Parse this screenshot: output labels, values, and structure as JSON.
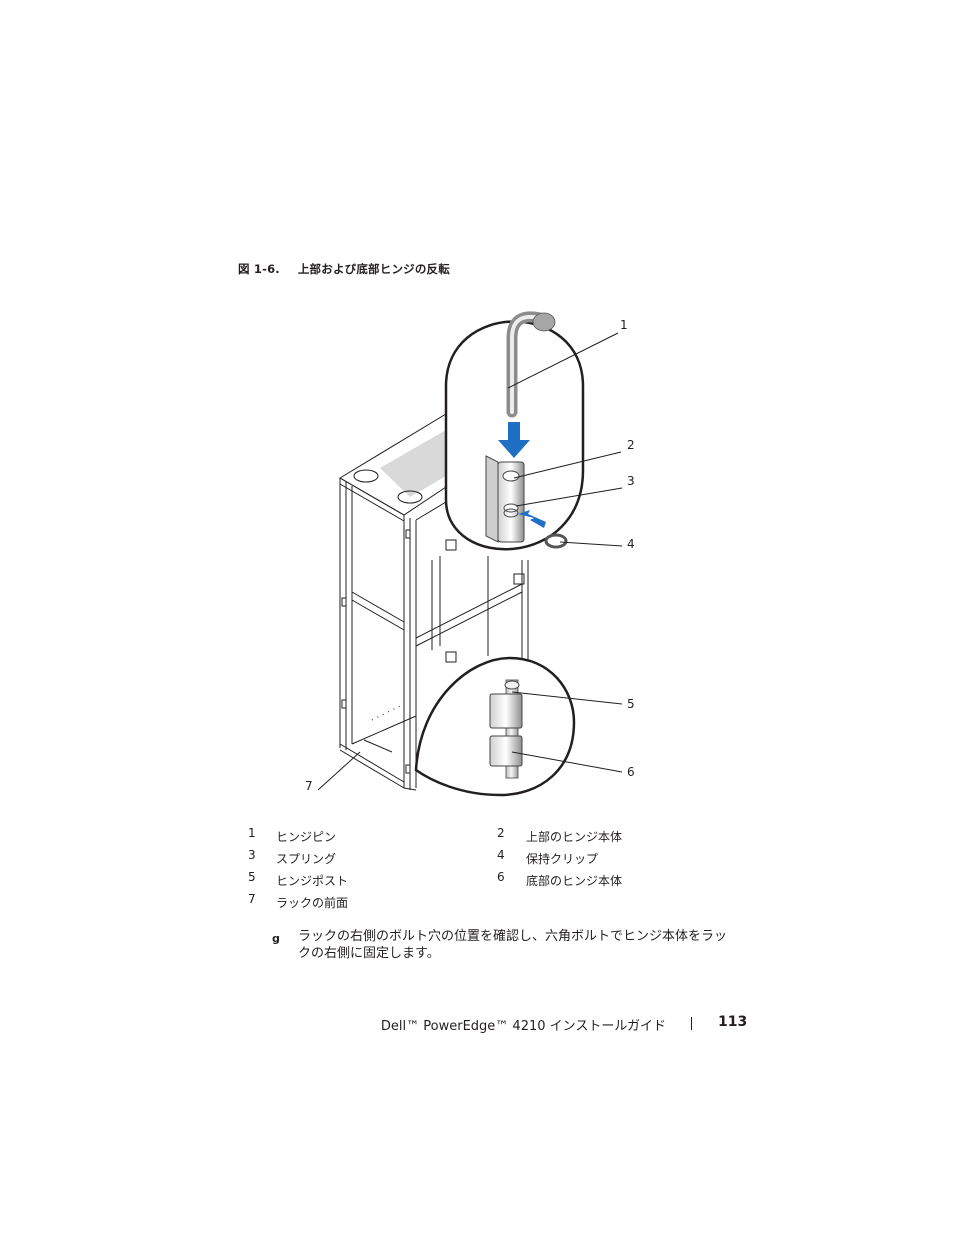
{
  "figure": {
    "number": "図 1-6.",
    "title": "上部および底部ヒンジの反転",
    "callouts": [
      "1",
      "2",
      "3",
      "4",
      "5",
      "6",
      "7"
    ]
  },
  "legend": [
    {
      "num": "1",
      "label": "ヒンジピン"
    },
    {
      "num": "2",
      "label": "上部のヒンジ本体"
    },
    {
      "num": "3",
      "label": "スプリング"
    },
    {
      "num": "4",
      "label": "保持クリップ"
    },
    {
      "num": "5",
      "label": "ヒンジポスト"
    },
    {
      "num": "6",
      "label": "底部のヒンジ本体"
    },
    {
      "num": "7",
      "label": "ラックの前面"
    }
  ],
  "step": {
    "bullet": "g",
    "text": "ラックの右側のボルト穴の位置を確認し、六角ボルトでヒンジ本体をラックの右側に固定します。"
  },
  "footer": {
    "text": "Dell™ PowerEdge™ 4210 インストールガイド",
    "page": "113"
  },
  "colors": {
    "arrow": "#1f6fc4",
    "line": "#231f20"
  }
}
